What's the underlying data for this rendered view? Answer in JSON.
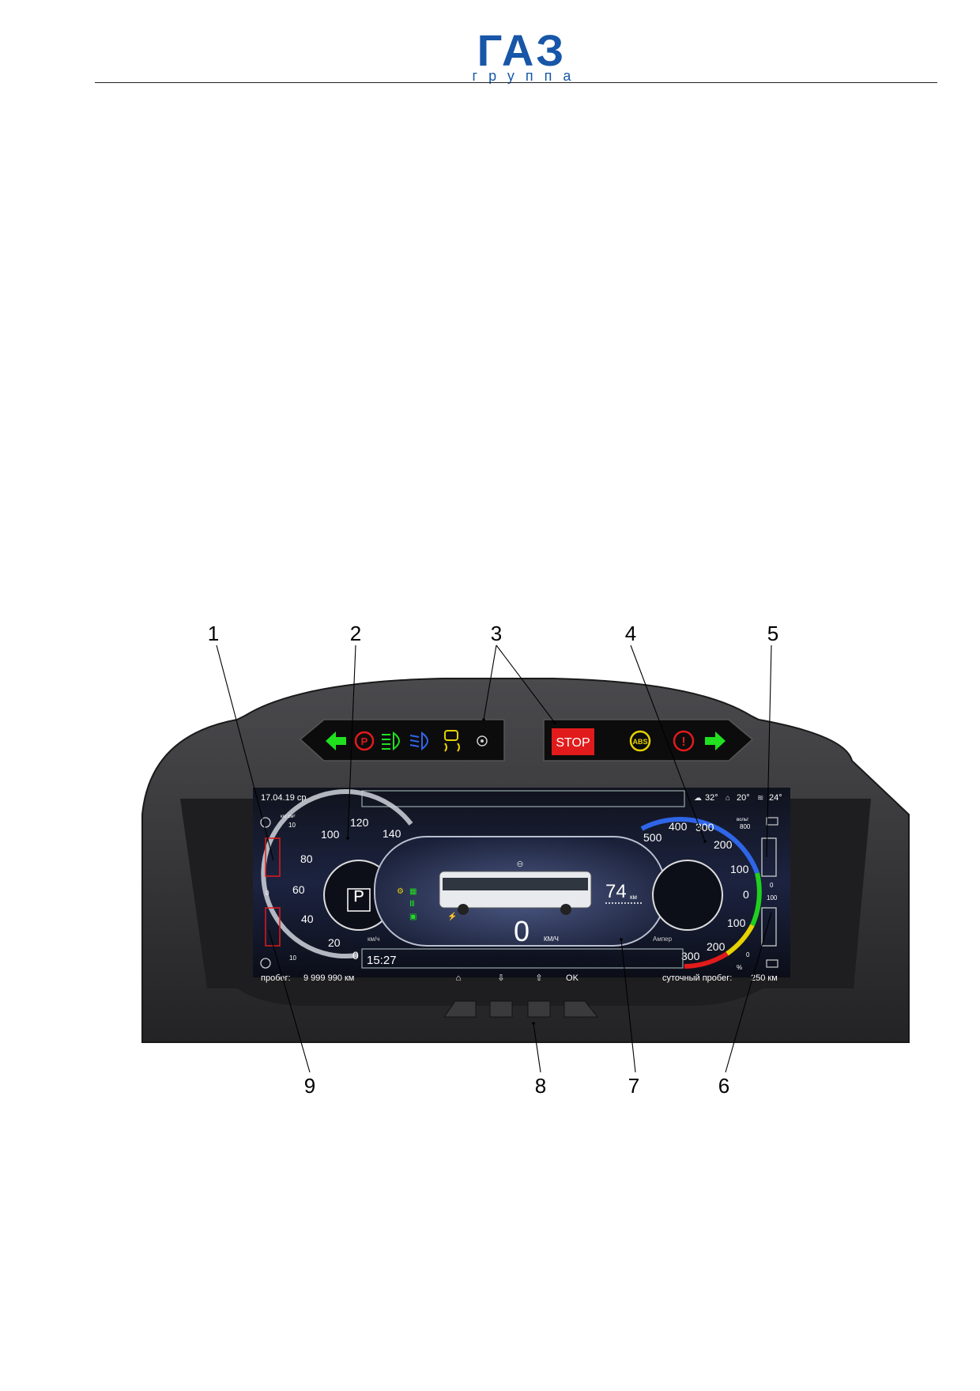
{
  "logo": {
    "name": "ГАЗ",
    "subtitle": "группа"
  },
  "callouts": [
    "1",
    "2",
    "3",
    "4",
    "5",
    "6",
    "7",
    "8",
    "9"
  ],
  "indicator_panel_left": {
    "icons": [
      "left-turn-arrow-icon",
      "parking-brake-icon",
      "high-beam-icon",
      "low-beam-icon",
      "skid-icon",
      "dot-icon"
    ]
  },
  "indicator_panel_right": {
    "stop_label": "STOP",
    "abs_label": "ABS",
    "icons": [
      "stop-icon",
      "abs-icon",
      "brake-warning-icon",
      "right-turn-arrow-icon"
    ]
  },
  "display": {
    "date": "17.04.19 ср",
    "temps": {
      "outside": "32°",
      "cabin": "20°",
      "battery": "24°"
    },
    "speedometer": {
      "ticks": [
        "20",
        "40",
        "60",
        "80",
        "100",
        "120",
        "140"
      ],
      "zero": "0",
      "unit": "км/ч",
      "gear": "P"
    },
    "left_scale": {
      "top": "10",
      "mid": "0",
      "bottom": "10",
      "top_label": "кгс см²"
    },
    "ammeter": {
      "ticks_top": [
        "500",
        "400",
        "300",
        "200",
        "100"
      ],
      "zero": "0",
      "ticks_bottom": [
        "100",
        "200",
        "300"
      ],
      "unit": "Ампер"
    },
    "right_scale": {
      "top": "800",
      "top_label": "вольт",
      "mid": "0",
      "low": "100",
      "bottom": "0",
      "percent": "%"
    },
    "center": {
      "range_value": "74",
      "range_unit": "км",
      "speed": "0",
      "speed_unit": "КМ/Ч"
    },
    "clock": "15:27",
    "nav_buttons": [
      "⌂",
      "⇩",
      "⇧",
      "OK"
    ],
    "odometer_label": "пробег:",
    "odometer_value": "9 999 990 км",
    "trip_label": "суточный пробег:",
    "trip_value": "250 км"
  },
  "colors": {
    "logo_blue": "#1756a8",
    "housing": "#2b2b2d",
    "screen": "#0e1220",
    "green": "#20e020",
    "red": "#e11b1b",
    "blue": "#2f66e8",
    "yellow": "#e6d200"
  }
}
